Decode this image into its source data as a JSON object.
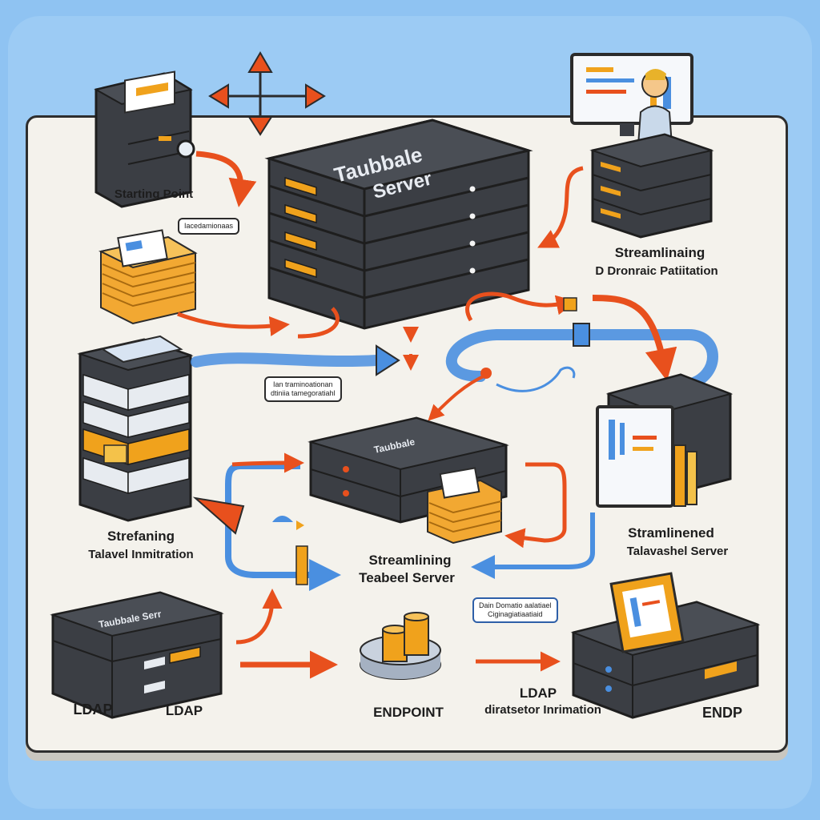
{
  "servers": {
    "main_line1": "Taubbale",
    "main_line2": "Server",
    "center": "Taubbale",
    "bottom_left": "Taubbale Serr"
  },
  "labels": {
    "starting_point": "Starting Point",
    "streamlining_top": "Streamlinaing",
    "dynamic": "D Dronraic Patiitation",
    "strefaning": "Strefaning",
    "telavel_inmitration": "Talavel Inmitration",
    "streamlining_center_1": "Streamlining",
    "streamlining_center_2": "Teabeel Server",
    "streamlined_right_1": "Stramlinened",
    "streamlined_right_2": "Talavashel Server",
    "ldap_1": "LDAP",
    "ldap_2": "LDAP",
    "endpoint": "ENDPOINT",
    "ldap_right": "LDAP",
    "directory_info": "diratsetor Inrimation",
    "endp": "ENDP"
  },
  "bubbles": {
    "top_left": "Iacedamionaas",
    "center_left_1": "Ian traminoationan",
    "center_left_2": "dtiniia tamegoratiahl",
    "bottom_center_1": "Dain Domatio aalatiael",
    "bottom_center_2": "Ciginagiatiaatiaid"
  },
  "colors": {
    "server_dark": "#3b3e44",
    "server_top": "#4a4e55",
    "accent_orange": "#f0a21c",
    "arrow_red": "#e8501d",
    "arrow_blue": "#4a8fe0",
    "board": "#f4f2ec"
  }
}
